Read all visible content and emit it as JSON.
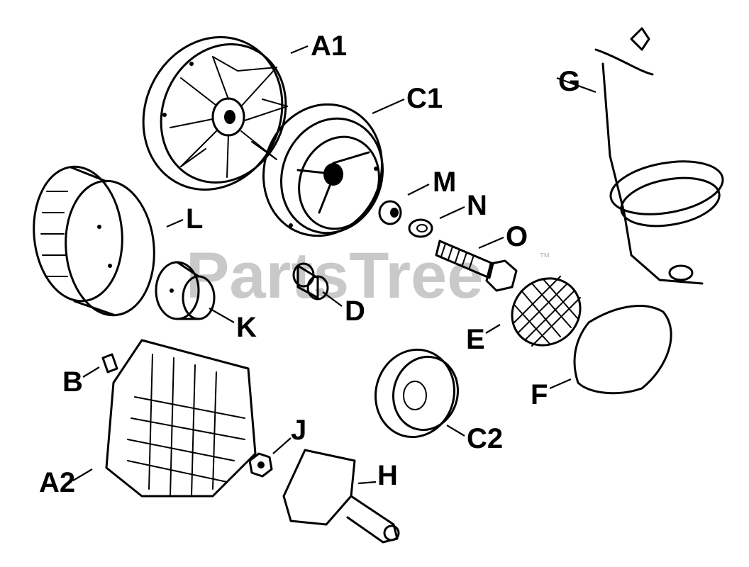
{
  "watermark": {
    "text": "PartsTree",
    "trademark": "™"
  },
  "callouts": {
    "A1": "A1",
    "C1": "C1",
    "G": "G",
    "M": "M",
    "N": "N",
    "O": "O",
    "L": "L",
    "K": "K",
    "D": "D",
    "E": "E",
    "B": "B",
    "F": "F",
    "J": "J",
    "C2": "C2",
    "H": "H",
    "A2": "A2"
  }
}
